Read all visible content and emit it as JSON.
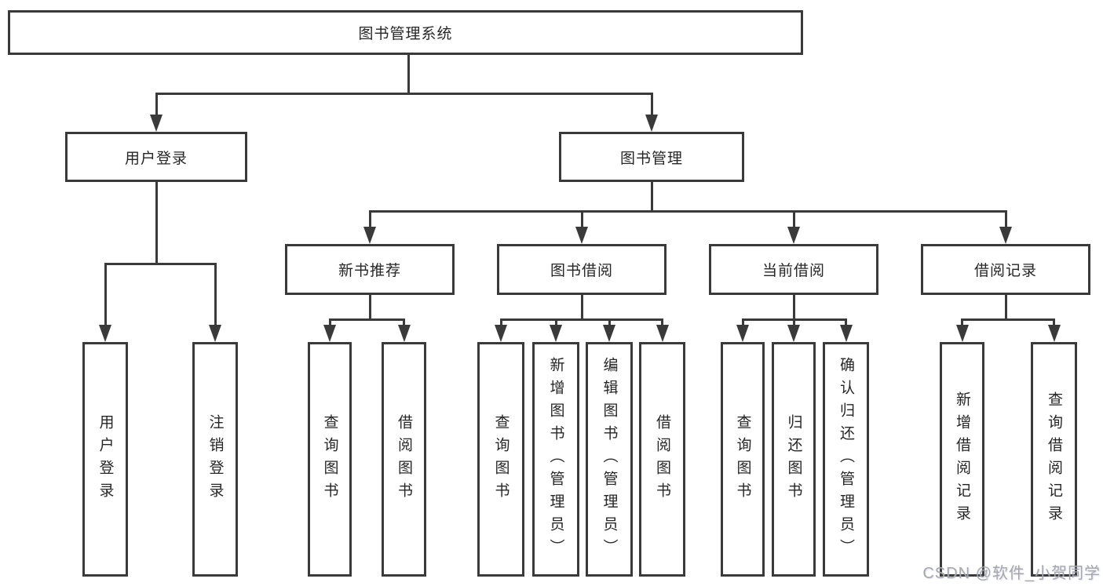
{
  "diagram": {
    "root": {
      "label": "图书管理系统"
    },
    "branches": [
      {
        "label": "用户登录",
        "children": [
          {
            "label": "用户登录"
          },
          {
            "label": "注销登录"
          }
        ]
      },
      {
        "label": "图书管理",
        "children": [
          {
            "label": "新书推荐",
            "children": [
              {
                "label": "查询图书"
              },
              {
                "label": "借阅图书"
              }
            ]
          },
          {
            "label": "图书借阅",
            "children": [
              {
                "label": "查询图书"
              },
              {
                "label": "新增图书（管理员）"
              },
              {
                "label": "编辑图书（管理员）"
              },
              {
                "label": "借阅图书"
              }
            ]
          },
          {
            "label": "当前借阅",
            "children": [
              {
                "label": "查询图书"
              },
              {
                "label": "归还图书"
              },
              {
                "label": "确认归还（管理员）"
              }
            ]
          },
          {
            "label": "借阅记录",
            "children": [
              {
                "label": "新增借阅记录"
              },
              {
                "label": "查询借阅记录"
              }
            ]
          }
        ]
      }
    ]
  },
  "watermark": {
    "text": "CSDN @软件_小贺同学"
  },
  "colors": {
    "line": "#3a3a3a",
    "text": "#262626",
    "watermark": "#a8a8a8",
    "background": "#ffffff"
  }
}
